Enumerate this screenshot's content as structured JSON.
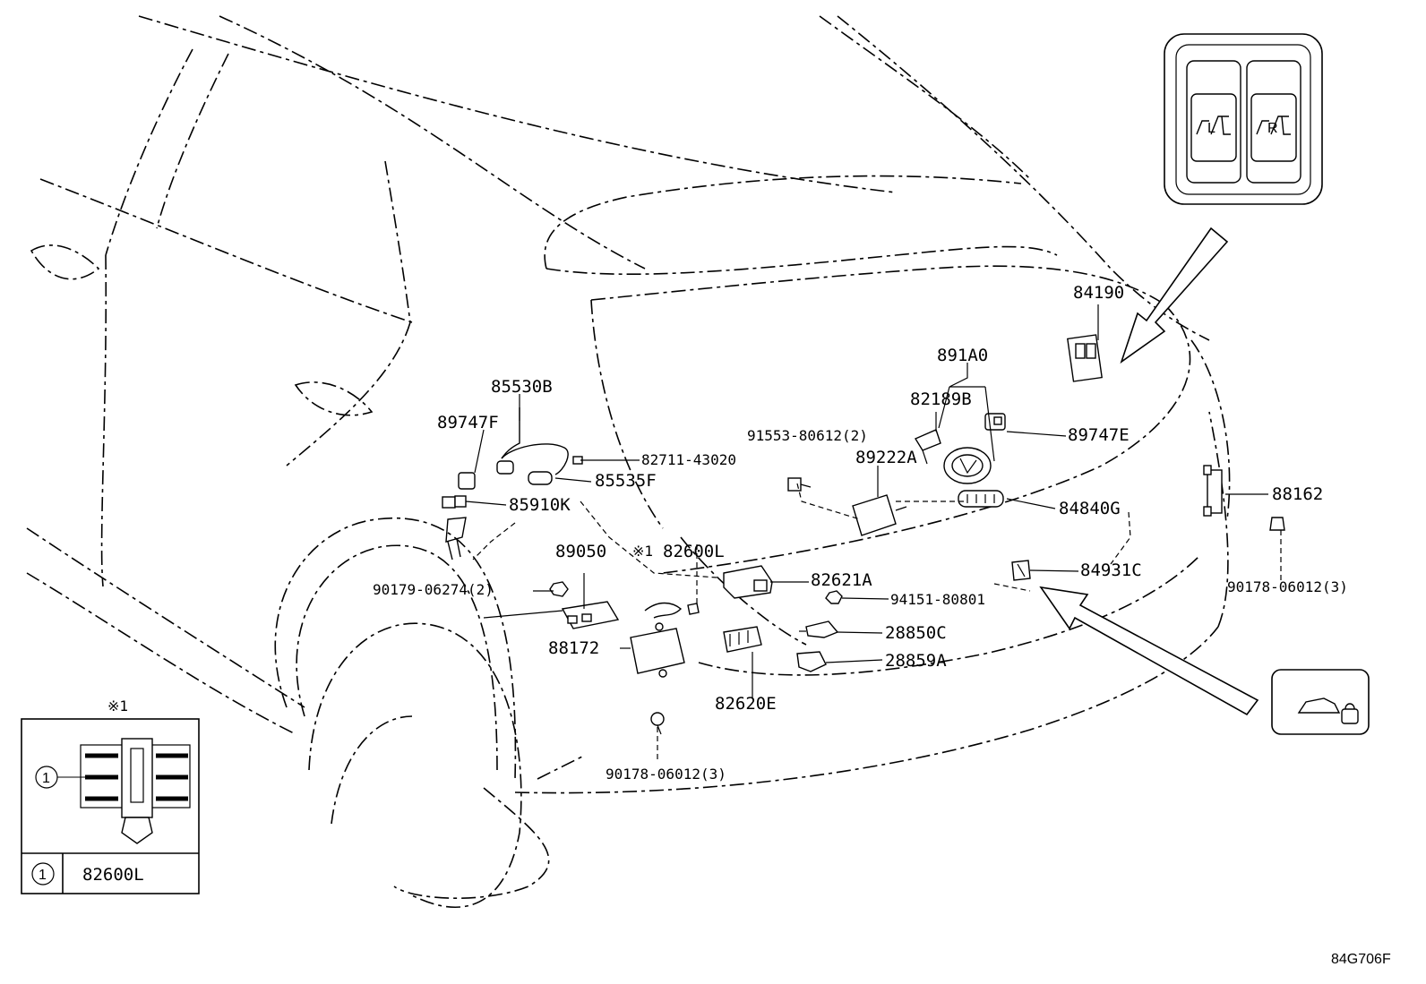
{
  "diagram_code": "84G706F",
  "inset_clip": {
    "marker": "※1",
    "callout_number": "1",
    "legend_number": "1",
    "legend_part": "82600L"
  },
  "switch_inset": {
    "left_mark": "L",
    "right_mark": "R"
  },
  "parts": {
    "p84190": "84190",
    "p891A0": "891A0",
    "p82189B": "82189B",
    "p89747E": "89747E",
    "p91553": "91553-80612(2)",
    "p89222A": "89222A",
    "p85530B": "85530B",
    "p89747F": "89747F",
    "p82711": "82711-43020",
    "p85535F": "85535F",
    "p85910K": "85910K",
    "p84840G": "84840G",
    "p88162": "88162",
    "p89050": "89050",
    "p82600L_mark": "※1",
    "p82600L": "82600L",
    "p82621A": "82621A",
    "p84931C": "84931C",
    "p90179": "90179-06274(2)",
    "p94151": "94151-80801",
    "p90178_right": "90178-06012(3)",
    "p28850C": "28850C",
    "p88172": "88172",
    "p28859A": "28859A",
    "p82620E": "82620E",
    "p90178_bottom": "90178-06012(3)"
  }
}
